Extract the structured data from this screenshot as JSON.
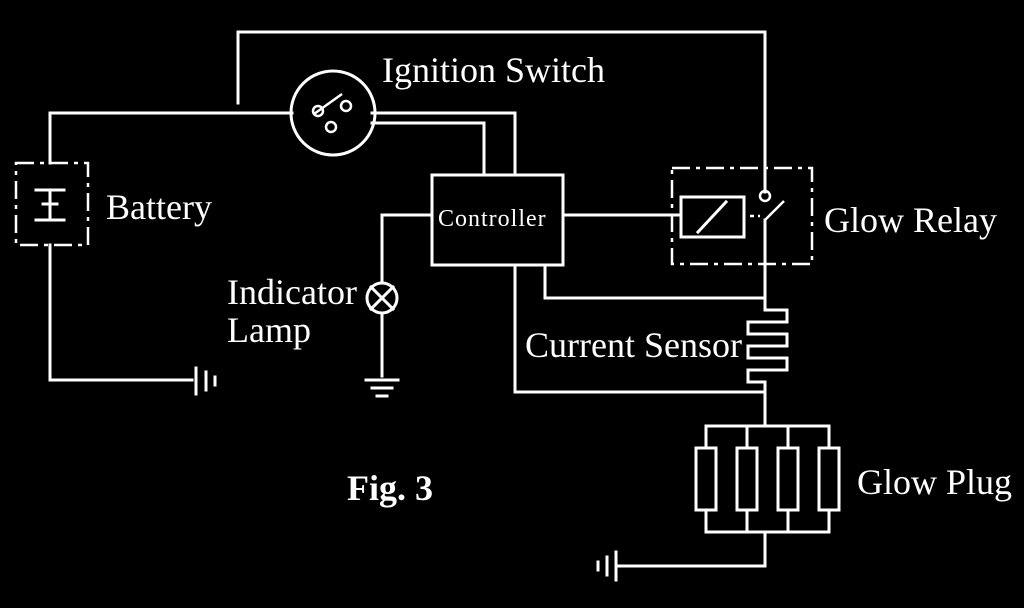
{
  "labels": {
    "ignition_switch": "Ignition Switch",
    "battery": "Battery",
    "controller": "Controller",
    "glow_relay": "Glow Relay",
    "indicator_line1": "Indicator",
    "indicator_line2": "Lamp",
    "current_sensor": "Current Sensor",
    "glow_plug": "Glow Plug",
    "figure_caption": "Fig. 3"
  },
  "colors": {
    "background": "#000000",
    "line": "#ffffff"
  }
}
